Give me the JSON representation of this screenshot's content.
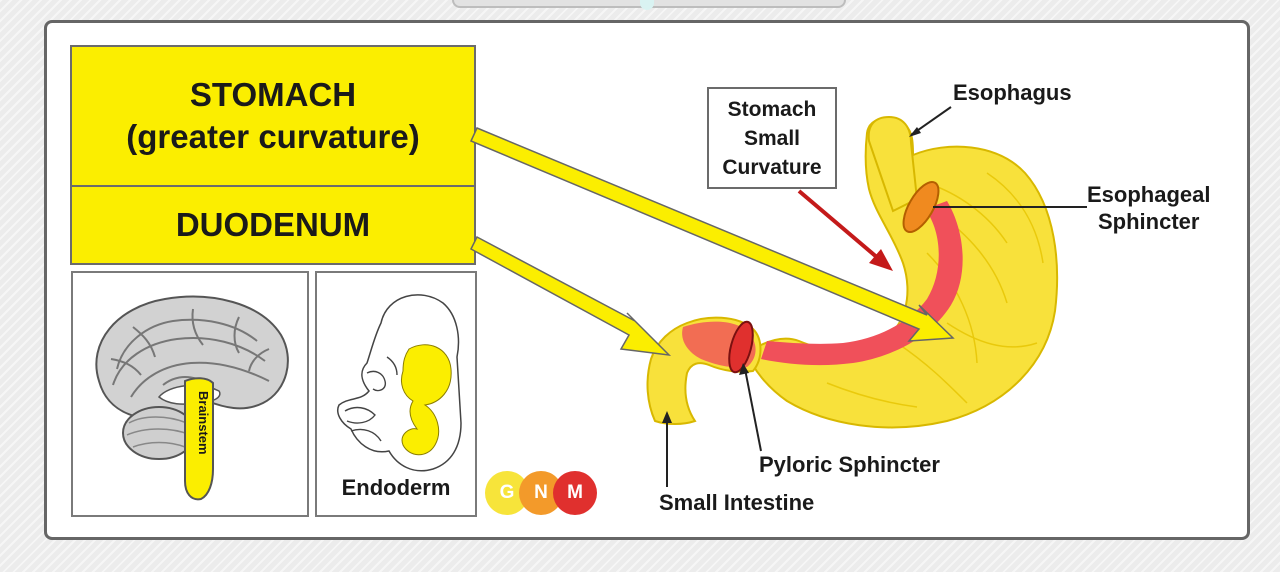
{
  "boxes": {
    "stomach_line1": "STOMACH",
    "stomach_line2": "(greater curvature)",
    "duodenum": "DUODENUM"
  },
  "panels": {
    "brainstem_label": "Brainstem",
    "endoderm_label": "Endoderm"
  },
  "labels": {
    "esophagus": "Esophagus",
    "stomach_small_curvature": [
      "Stomach",
      "Small",
      "Curvature"
    ],
    "esophageal_sphincter": [
      "Esophageal",
      "Sphincter"
    ],
    "pyloric_sphincter": "Pyloric Sphincter",
    "small_intestine": "Small Intestine"
  },
  "logo": {
    "letters": [
      "G",
      "N",
      "M"
    ],
    "colors": [
      "#f7e43a",
      "#f39a2a",
      "#e0302e"
    ]
  },
  "colors": {
    "yellow_box": "#fbee00",
    "organ_yellow": "#f8e13b",
    "mucosa_red": "#f0505a",
    "sphincter_orange": "#f08a1f",
    "arrow_red": "#c41a1a"
  }
}
